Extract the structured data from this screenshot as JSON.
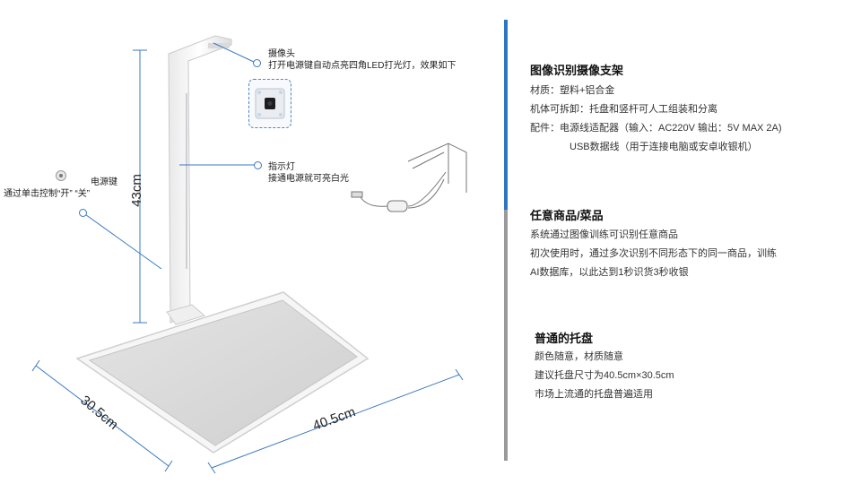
{
  "left": {
    "camera_title": "摄像头",
    "camera_desc": "打开电源键自动点亮四角LED打光灯，效果如下",
    "indicator_title": "指示灯",
    "indicator_desc": "接通电源就可亮白光",
    "power_title": "电源键",
    "power_desc": "通过单击控制“开” “关”",
    "dim_height": "43cm",
    "dim_width": "40.5cm",
    "dim_depth": "30.5cm"
  },
  "right": {
    "section1": {
      "title": "图像识别摄像支架",
      "lines": [
        "材质：塑料+铝合金",
        "机体可拆卸：托盘和竖杆可人工组装和分离",
        "配件：电源线适配器（输入：AC220V 输出：5V MAX 2A)",
        "USB数据线（用于连接电脑或安卓收银机）"
      ]
    },
    "section2": {
      "title": "任意商品/菜品",
      "lines": [
        "系统通过图像训练可识别任意商品",
        "初次使用时，通过多次识别不同形态下的同一商品，训练",
        "AI数据库，以此达到1秒识货3秒收银"
      ]
    },
    "section3": {
      "title": "普通的托盘",
      "lines": [
        "颜色随意，材质随意",
        "建议托盘尺寸为40.5cm×30.5cm",
        "市场上流通的托盘普遍适用"
      ]
    }
  },
  "colors": {
    "accent_blue": "#2f76c2",
    "divider_gray": "#9a9a9a",
    "dimension_line": "#3a78c0"
  }
}
